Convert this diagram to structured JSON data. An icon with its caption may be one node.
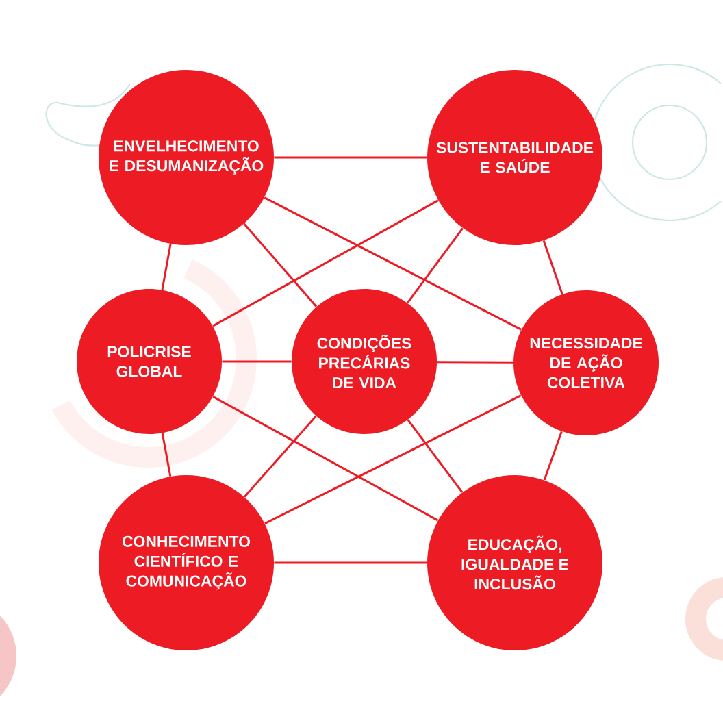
{
  "diagram": {
    "nodes": [
      {
        "text": [
          "ENVELHECIMENTO E DESUMANIZAÇÃO"
        ]
      },
      {
        "text": [
          "SUSTENTABILIDADE E SAÚDE"
        ]
      },
      {
        "text": [
          "POLICRISE GLOBAL"
        ]
      },
      {
        "text": [
          "CONDIÇÕES PRECÁRIAS DE VIDA"
        ]
      },
      {
        "text": [
          "NECESSIDADE DE AÇÃO COLETIVA"
        ]
      },
      {
        "text": [
          "CONHECIMENTO CIENTÍFICO E COMUNICAÇÃO"
        ]
      },
      {
        "text": [
          "EDUCAÇÃO, IGUALDADE E INCLUSÃO"
        ]
      }
    ],
    "edges": [
      {
        "from": 0,
        "to": 1,
        "arrow": "none"
      },
      {
        "from": 0,
        "to": 2,
        "arrow": "none"
      },
      {
        "from": 0,
        "to": 3,
        "arrow": "none"
      },
      {
        "from": 0,
        "to": 4,
        "arrow": "none"
      },
      {
        "from": 1,
        "to": 2,
        "arrow": "none"
      },
      {
        "from": 1,
        "to": 3,
        "arrow": "none"
      },
      {
        "from": 1,
        "to": 4,
        "arrow": "none"
      },
      {
        "from": 2,
        "to": 3,
        "arrow": "none"
      },
      {
        "from": 2,
        "to": 5,
        "arrow": "none"
      },
      {
        "from": 2,
        "to": 6,
        "arrow": "none"
      },
      {
        "from": 3,
        "to": 4,
        "arrow": "none"
      },
      {
        "from": 3,
        "to": 5,
        "arrow": "none"
      },
      {
        "from": 3,
        "to": 6,
        "arrow": "none"
      },
      {
        "from": 4,
        "to": 5,
        "arrow": "none"
      },
      {
        "from": 4,
        "to": 6,
        "arrow": "none"
      },
      {
        "from": 5,
        "to": 6,
        "arrow": "none"
      }
    ]
  }
}
